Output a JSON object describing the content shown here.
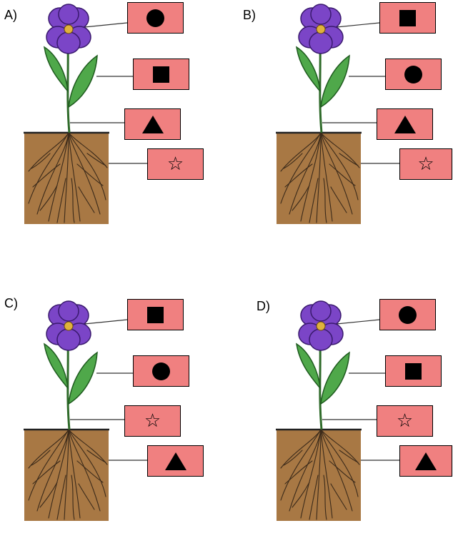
{
  "colors": {
    "label_box": "#f08080",
    "petal": "#7b45c7",
    "petal_dark": "#3a1a6e",
    "flower_center": "#e0b23c",
    "leaf": "#4fa84a",
    "leaf_dark": "#1e5a1e",
    "soil": "#a87844",
    "roots": "#3b2a1a"
  },
  "panels": [
    {
      "label": "A)",
      "symbols": [
        "circle-icon",
        "square-icon",
        "triangle-icon",
        "star-icon"
      ]
    },
    {
      "label": "B)",
      "symbols": [
        "square-icon",
        "circle-icon",
        "triangle-icon",
        "star-icon"
      ]
    },
    {
      "label": "C)",
      "symbols": [
        "square-icon",
        "circle-icon",
        "star-icon",
        "triangle-icon"
      ]
    },
    {
      "label": "D)",
      "symbols": [
        "circle-icon",
        "square-icon",
        "star-icon",
        "triangle-icon"
      ]
    }
  ]
}
